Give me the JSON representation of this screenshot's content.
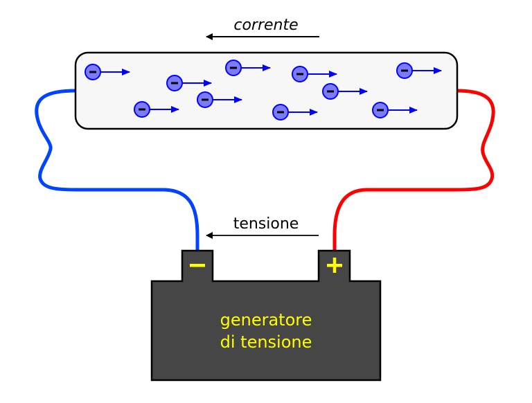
{
  "diagram": {
    "title": "Circuito elettrico: corrente e tensione",
    "labels": {
      "current": "corrente",
      "voltage": "tensione",
      "generator_line1": "generatore",
      "generator_line2": "di tensione",
      "negative_terminal": "−",
      "positive_terminal": "+"
    },
    "colors": {
      "background": "#ffffff",
      "conductor_fill": "#f7f7f7",
      "conductor_stroke": "#000000",
      "electron_fill": "#7b7bff",
      "electron_stroke": "#0000ff",
      "electron_sign": "#000000",
      "velocity_arrow": "#0000ff",
      "negative_wire": "#0044ff",
      "positive_wire": "#ff0000",
      "battery_fill": "#464646",
      "battery_text": "#ffff00",
      "label_text": "#000000"
    },
    "electron_count": 10,
    "electron_sign": "−",
    "current_direction": "left",
    "voltage_direction": "left",
    "electron_motion_direction": "right"
  }
}
